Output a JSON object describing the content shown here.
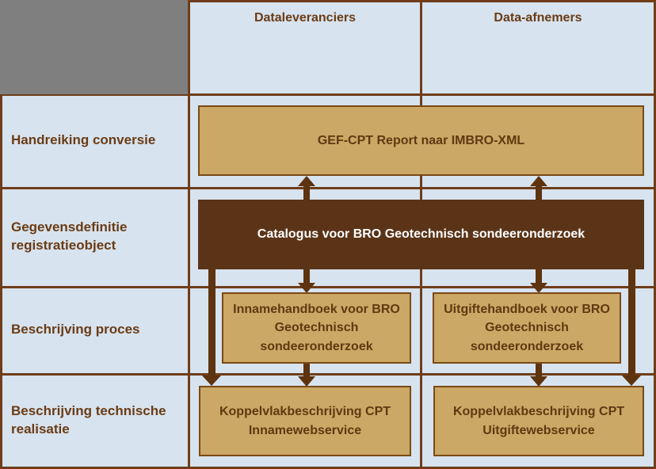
{
  "colors": {
    "background": "#D7E3EF",
    "grid_line": "#6F3D1A",
    "gray_cell": "#7F7F7F",
    "tan_box_fill": "#CBA865",
    "tan_box_border": "#7A4A15",
    "dark_box_fill": "#5B3418",
    "brown_text": "#6B3C15",
    "dark_box_text": "#FFFFFF",
    "arrow": "#5E3310"
  },
  "header": {
    "dataleveranciers": "Dataleveranciers",
    "data_afnemers": "Data-afnemers"
  },
  "row_labels": [
    "Handreiking conversie",
    "Gegevensdefinitie registratieobject",
    "Beschrijving proces",
    "Beschrijving technische realisatie"
  ],
  "boxes": {
    "gef_cpt": "GEF-CPT Report naar IMBRO-XML",
    "catalogus": "Catalogus voor BRO Geotechnisch sondeeronderzoek",
    "innamehandboek": "Innamehandboek voor BRO Geotechnisch sondeeronderzoek",
    "uitgiftehandboek": "Uitgiftehandboek voor BRO Geotechnisch sondeeronderzoek",
    "koppelvlak_inname": "Koppelvlakbeschrijving CPT Innamewebservice",
    "koppelvlak_uitgifte": "Koppelvlakbeschrijving CPT Uitgiftewebservice"
  },
  "arrows": [
    {
      "from": "catalogus",
      "to": "gef_cpt",
      "direction": "up",
      "column": "dataleveranciers"
    },
    {
      "from": "catalogus",
      "to": "gef_cpt",
      "direction": "up",
      "column": "data_afnemers"
    },
    {
      "from": "catalogus",
      "to": "innamehandboek",
      "direction": "down",
      "column": "dataleveranciers"
    },
    {
      "from": "catalogus",
      "to": "uitgiftehandboek",
      "direction": "down",
      "column": "data_afnemers"
    },
    {
      "from": "innamehandboek",
      "to": "koppelvlak_inname",
      "direction": "down",
      "column": "dataleveranciers"
    },
    {
      "from": "uitgiftehandboek",
      "to": "koppelvlak_uitgifte",
      "direction": "down",
      "column": "data_afnemers"
    },
    {
      "from": "catalogus",
      "to": "koppelvlak_inname",
      "direction": "down",
      "column": "dataleveranciers-outer"
    },
    {
      "from": "catalogus",
      "to": "koppelvlak_uitgifte",
      "direction": "down",
      "column": "data_afnemers-outer"
    }
  ]
}
